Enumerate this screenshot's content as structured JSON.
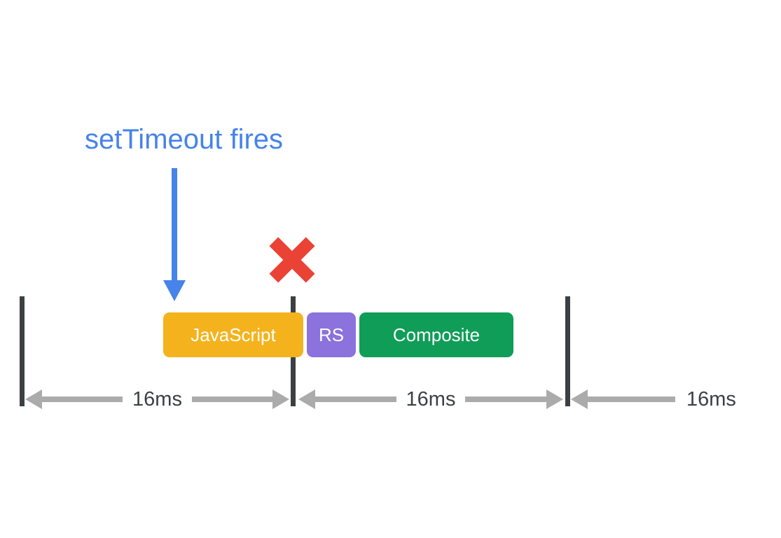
{
  "annotation": {
    "label": "setTimeout fires",
    "color": "#4683EA"
  },
  "missed_frame": {
    "icon": "x-mark",
    "color": "#EA4335"
  },
  "timeline": {
    "frame_boundary_color": "#3C4043",
    "dimension_arrow_color": "#ABABAB",
    "bars": [
      {
        "id": "javascript",
        "label": "JavaScript",
        "color": "#F4B31D"
      },
      {
        "id": "rs",
        "label": "RS",
        "color": "#8C72DC"
      },
      {
        "id": "composite",
        "label": "Composite",
        "color": "#0F9D58"
      }
    ],
    "frames": [
      {
        "duration_label": "16ms"
      },
      {
        "duration_label": "16ms"
      },
      {
        "duration_label": "16ms"
      }
    ]
  }
}
